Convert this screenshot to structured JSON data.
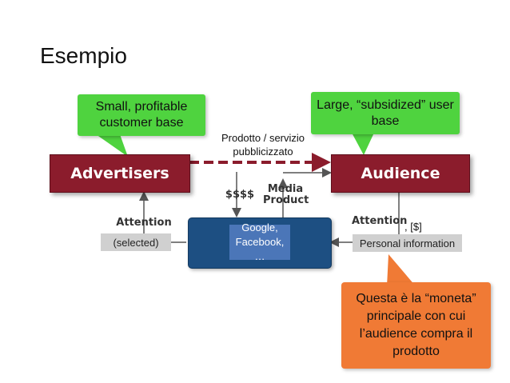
{
  "title": "Esempio",
  "nodes": {
    "advertisers": "Advertisers",
    "audience": "Audience",
    "platform": "Google,\nFacebook, …"
  },
  "callouts": {
    "small": "Small, profitable customer base",
    "large": "Large, “subsidized” user base",
    "moneta": "Questa è la “moneta” principale con cui l’audience compra il prodotto"
  },
  "labels": {
    "ssss": "$$$$",
    "media_product": "Media\nProduct",
    "attention_left": "Attention",
    "attention_right": "Attention",
    "selected": "(selected)",
    "personal": "Personal information",
    "dollar": ", [$]",
    "prodotto": "Prodotto / servizio pubblicizzato"
  },
  "colors": {
    "node_red": "#8b1c2c",
    "platform_blue": "#1d4f82",
    "platform_inner": "#4b76b8",
    "callout_green": "#4fd33f",
    "callout_orange": "#f07a35",
    "arrow_dashed": "#8b1c2c",
    "tag_gray": "#d0d0d0"
  }
}
